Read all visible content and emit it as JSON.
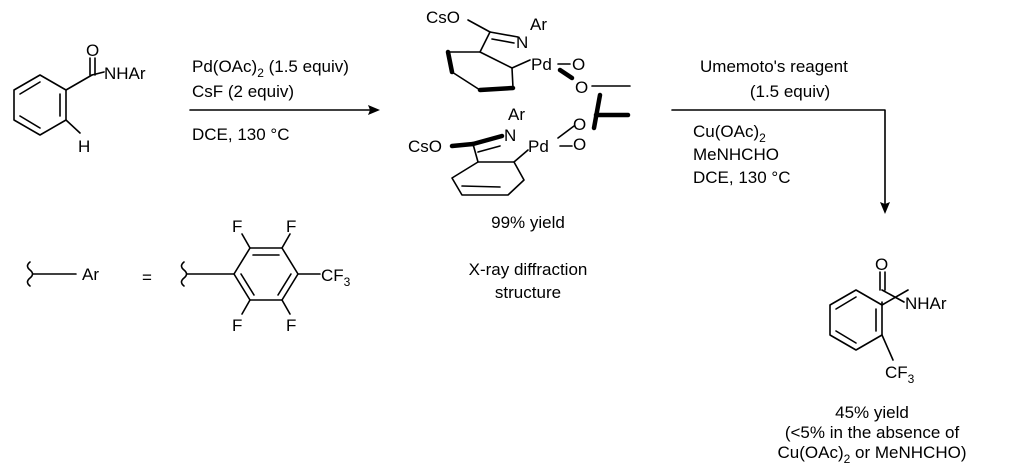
{
  "reactant": {
    "o": "O",
    "nhar": "NHAr",
    "h": "H"
  },
  "step1": {
    "reagent1_main": "Pd(OAc)",
    "reagent1_sub": "2",
    "reagent1_tail": " (1.5 equiv)",
    "reagent2": "CsF (2 equiv)",
    "conditions": "DCE, 130 °C"
  },
  "complex": {
    "cso_top": "CsO",
    "cso_bottom": "CsO",
    "n": "N",
    "ar": "Ar",
    "pd": "Pd",
    "o": "O",
    "yield": "99% yield",
    "note_line1": "X-ray diffraction",
    "note_line2": "structure"
  },
  "step2": {
    "reagent1": "Umemoto's reagent",
    "reagent1_amount": "(1.5 equiv)",
    "reagent2_main": "Cu(OAc)",
    "reagent2_sub": "2",
    "reagent3": "MeNHCHO",
    "conditions": "DCE, 130 °C"
  },
  "ar_definition": {
    "ar": "Ar",
    "equals": "=",
    "f": "F",
    "cf3_main": "CF",
    "cf3_sub": "3"
  },
  "product": {
    "o": "O",
    "nhar": "NHAr",
    "cf3_main": "CF",
    "cf3_sub": "3",
    "yield": "45% yield",
    "note_line1": "(<5% in the absence of",
    "note_line2_main": "Cu(OAc)",
    "note_line2_sub": "2",
    "note_line2_tail": " or MeNHCHO)"
  }
}
